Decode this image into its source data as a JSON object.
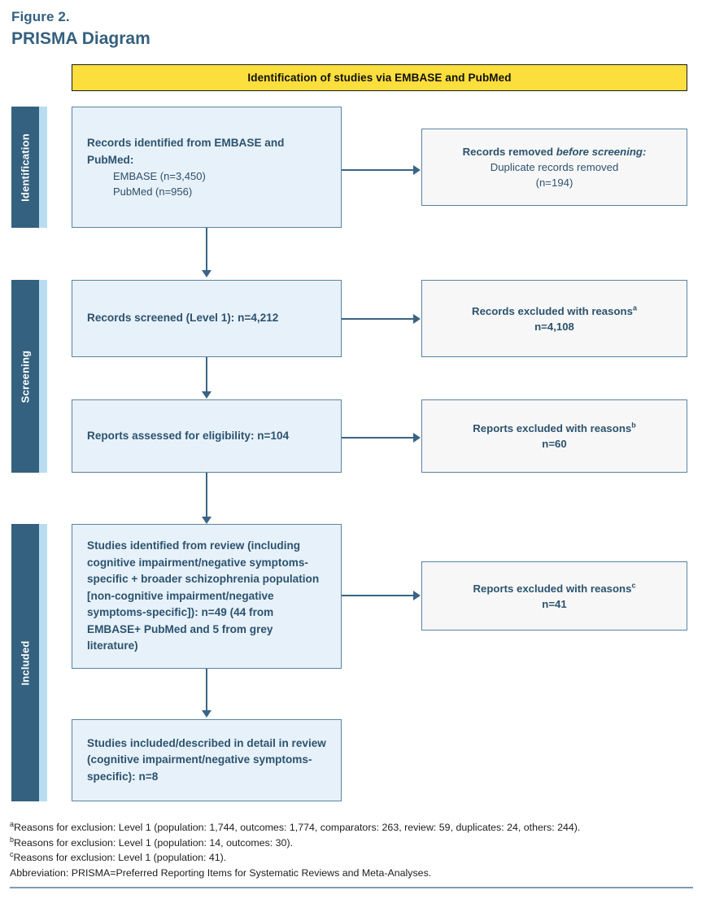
{
  "figure": {
    "label": "Figure 2.",
    "title": "PRISMA Diagram"
  },
  "banner": {
    "text": "Identification of studies via EMBASE and PubMed"
  },
  "stages": [
    {
      "name": "identification",
      "label": "Identification"
    },
    {
      "name": "screening",
      "label": "Screening"
    },
    {
      "name": "included",
      "label": "Included"
    }
  ],
  "boxes": {
    "identified": {
      "heading": "Records identified from EMBASE and PubMed:",
      "sub1": "EMBASE (n=3,450)",
      "sub2": "PubMed (n=956)"
    },
    "removed": {
      "line1_a": "Records removed ",
      "line1_b": "before screening:",
      "line2": "Duplicate records removed",
      "line3": "(n=194)"
    },
    "screened": {
      "text": "Records screened (Level 1): n=4,212"
    },
    "excluded_a": {
      "line1": "Records excluded with reasons",
      "mark": "a",
      "line2": "n=4,108"
    },
    "eligibility": {
      "text": "Reports assessed for eligibility: n=104"
    },
    "excluded_b": {
      "line1": "Reports excluded with reasons",
      "mark": "b",
      "line2": "n=60"
    },
    "studies_identified": {
      "text": "Studies identified from review (including cognitive impairment/negative symptoms-specific + broader schizophrenia population [non-cognitive impairment/negative symptoms-specific]): n=49 (44 from EMBASE+ PubMed and 5 from grey literature)"
    },
    "excluded_c": {
      "line1": "Reports excluded with reasons",
      "mark": "c",
      "line2": "n=41"
    },
    "included_final": {
      "text": "Studies included/described in detail in review (cognitive impairment/negative symptoms-specific): n=8"
    }
  },
  "footnotes": [
    {
      "mark": "a",
      "text": "Reasons for exclusion: Level 1 (population: 1,744, outcomes: 1,774, comparators: 263, review: 59, duplicates: 24, others: 244)."
    },
    {
      "mark": "b",
      "text": "Reasons for exclusion: Level 1 (population: 14, outcomes: 30)."
    },
    {
      "mark": "c",
      "text": "Reasons for exclusion: Level 1 (population: 41)."
    },
    {
      "mark": "",
      "text": "Abbreviation: PRISMA=Preferred Reporting Items for Systematic Reviews and Meta-Analyses."
    }
  ],
  "colors": {
    "banner_fill": "#fcdf3c",
    "tab_fill": "#34617f",
    "tab_strip": "#b9dcf0",
    "left_box_fill": "#e7f1f9",
    "right_box_fill": "#f7f7f7",
    "box_border": "#5b83a3",
    "text_blue": "#2c536f",
    "title_blue": "#35607f",
    "connector": "#3a6485"
  }
}
